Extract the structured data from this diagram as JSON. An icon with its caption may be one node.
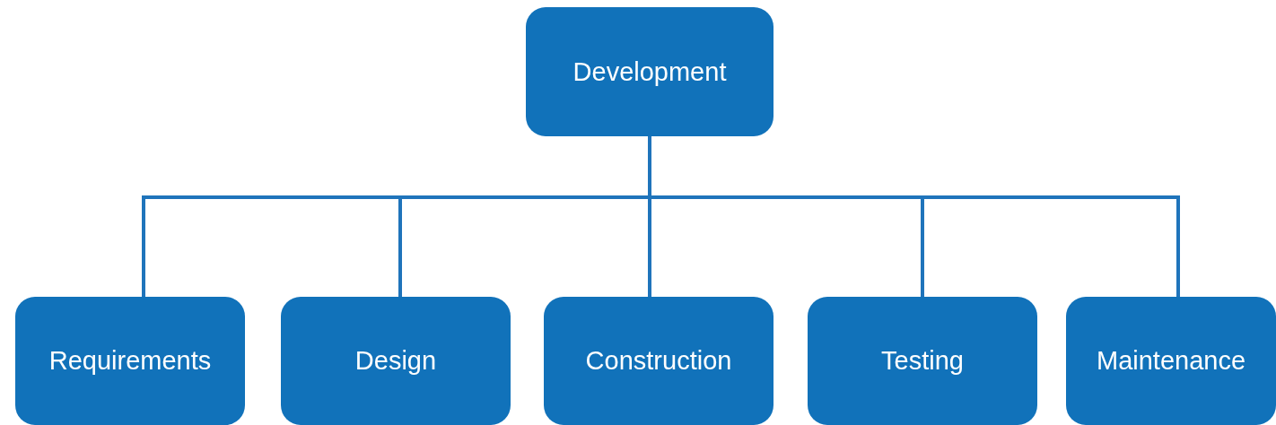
{
  "diagram": {
    "nodes": [
      {
        "text": [
          "Development"
        ]
      },
      {
        "text": [
          "Requirements"
        ]
      },
      {
        "text": [
          "Design"
        ]
      },
      {
        "text": [
          "Construction"
        ]
      },
      {
        "text": [
          "Testing"
        ]
      },
      {
        "text": [
          "Maintenance"
        ]
      }
    ],
    "edges": [
      {
        "from": 0,
        "to": 1,
        "arrow": "none"
      },
      {
        "from": 0,
        "to": 2,
        "arrow": "none"
      },
      {
        "from": 0,
        "to": 3,
        "arrow": "none"
      },
      {
        "from": 0,
        "to": 4,
        "arrow": "none"
      },
      {
        "from": 0,
        "to": 5,
        "arrow": "none"
      }
    ]
  }
}
